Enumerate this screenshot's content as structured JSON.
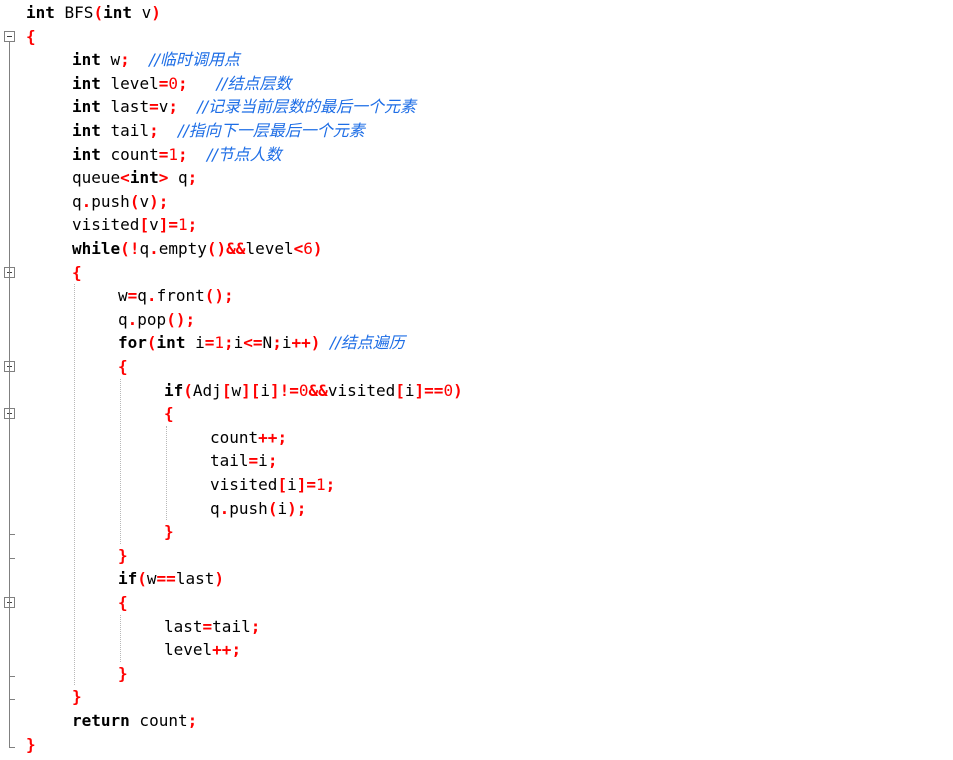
{
  "theme": {
    "keyword": "#000000",
    "number": "#ff0000",
    "operator": "#ff0000",
    "comment": "#1e6ee6",
    "text": "#000000"
  },
  "code_lines": [
    {
      "indent": 0,
      "fold": "none",
      "tokens": [
        [
          "kw",
          "int"
        ],
        [
          "id",
          " BFS"
        ],
        [
          "op",
          "("
        ],
        [
          "kw",
          "int"
        ],
        [
          "id",
          " v"
        ],
        [
          "op",
          ")"
        ]
      ]
    },
    {
      "indent": 0,
      "fold": "start",
      "tokens": [
        [
          "op",
          "{"
        ]
      ]
    },
    {
      "indent": 1,
      "fold": "body",
      "tokens": [
        [
          "kw",
          "int"
        ],
        [
          "id",
          " w"
        ],
        [
          "op",
          ";"
        ],
        [
          "id",
          "  "
        ],
        [
          "com",
          "//临时调用点"
        ]
      ]
    },
    {
      "indent": 1,
      "fold": "body",
      "tokens": [
        [
          "kw",
          "int"
        ],
        [
          "id",
          " level"
        ],
        [
          "op",
          "="
        ],
        [
          "num",
          "0"
        ],
        [
          "op",
          ";"
        ],
        [
          "id",
          "   "
        ],
        [
          "com",
          "//结点层数"
        ]
      ]
    },
    {
      "indent": 1,
      "fold": "body",
      "tokens": [
        [
          "kw",
          "int"
        ],
        [
          "id",
          " last"
        ],
        [
          "op",
          "="
        ],
        [
          "id",
          "v"
        ],
        [
          "op",
          ";"
        ],
        [
          "id",
          "  "
        ],
        [
          "com",
          "//记录当前层数的最后一个元素"
        ]
      ]
    },
    {
      "indent": 1,
      "fold": "body",
      "tokens": [
        [
          "kw",
          "int"
        ],
        [
          "id",
          " tail"
        ],
        [
          "op",
          ";"
        ],
        [
          "id",
          "  "
        ],
        [
          "com",
          "//指向下一层最后一个元素"
        ]
      ]
    },
    {
      "indent": 1,
      "fold": "body",
      "tokens": [
        [
          "kw",
          "int"
        ],
        [
          "id",
          " count"
        ],
        [
          "op",
          "="
        ],
        [
          "num",
          "1"
        ],
        [
          "op",
          ";"
        ],
        [
          "id",
          "  "
        ],
        [
          "com",
          "//节点人数"
        ]
      ]
    },
    {
      "indent": 1,
      "fold": "body",
      "tokens": [
        [
          "id",
          "queue"
        ],
        [
          "op",
          "<"
        ],
        [
          "kw",
          "int"
        ],
        [
          "op",
          ">"
        ],
        [
          "id",
          " q"
        ],
        [
          "op",
          ";"
        ]
      ]
    },
    {
      "indent": 1,
      "fold": "body",
      "tokens": [
        [
          "id",
          "q"
        ],
        [
          "op",
          "."
        ],
        [
          "id",
          "push"
        ],
        [
          "op",
          "("
        ],
        [
          "id",
          "v"
        ],
        [
          "op",
          ")"
        ],
        [
          "op",
          ";"
        ]
      ]
    },
    {
      "indent": 1,
      "fold": "body",
      "tokens": [
        [
          "id",
          "visited"
        ],
        [
          "op",
          "["
        ],
        [
          "id",
          "v"
        ],
        [
          "op",
          "]"
        ],
        [
          "op",
          "="
        ],
        [
          "num",
          "1"
        ],
        [
          "op",
          ";"
        ]
      ]
    },
    {
      "indent": 1,
      "fold": "body",
      "tokens": [
        [
          "kw",
          "while"
        ],
        [
          "op",
          "("
        ],
        [
          "op",
          "!"
        ],
        [
          "id",
          "q"
        ],
        [
          "op",
          "."
        ],
        [
          "id",
          "empty"
        ],
        [
          "op",
          "()"
        ],
        [
          "op",
          "&&"
        ],
        [
          "id",
          "level"
        ],
        [
          "op",
          "<"
        ],
        [
          "num",
          "6"
        ],
        [
          "op",
          ")"
        ]
      ]
    },
    {
      "indent": 1,
      "fold": "start",
      "tokens": [
        [
          "op",
          "{"
        ]
      ]
    },
    {
      "indent": 2,
      "fold": "body",
      "tokens": [
        [
          "id",
          "w"
        ],
        [
          "op",
          "="
        ],
        [
          "id",
          "q"
        ],
        [
          "op",
          "."
        ],
        [
          "id",
          "front"
        ],
        [
          "op",
          "()"
        ],
        [
          "op",
          ";"
        ]
      ]
    },
    {
      "indent": 2,
      "fold": "body",
      "tokens": [
        [
          "id",
          "q"
        ],
        [
          "op",
          "."
        ],
        [
          "id",
          "pop"
        ],
        [
          "op",
          "()"
        ],
        [
          "op",
          ";"
        ]
      ]
    },
    {
      "indent": 2,
      "fold": "body",
      "tokens": [
        [
          "kw",
          "for"
        ],
        [
          "op",
          "("
        ],
        [
          "kw",
          "int"
        ],
        [
          "id",
          " i"
        ],
        [
          "op",
          "="
        ],
        [
          "num",
          "1"
        ],
        [
          "op",
          ";"
        ],
        [
          "id",
          "i"
        ],
        [
          "op",
          "<="
        ],
        [
          "id",
          "N"
        ],
        [
          "op",
          ";"
        ],
        [
          "id",
          "i"
        ],
        [
          "op",
          "++"
        ],
        [
          "op",
          ")"
        ],
        [
          "id",
          " "
        ],
        [
          "com",
          "//结点遍历"
        ]
      ]
    },
    {
      "indent": 2,
      "fold": "start",
      "tokens": [
        [
          "op",
          "{"
        ]
      ]
    },
    {
      "indent": 3,
      "fold": "body",
      "tokens": [
        [
          "kw",
          "if"
        ],
        [
          "op",
          "("
        ],
        [
          "id",
          "Adj"
        ],
        [
          "op",
          "["
        ],
        [
          "id",
          "w"
        ],
        [
          "op",
          "]["
        ],
        [
          "id",
          "i"
        ],
        [
          "op",
          "]"
        ],
        [
          "op",
          "!="
        ],
        [
          "num",
          "0"
        ],
        [
          "op",
          "&&"
        ],
        [
          "id",
          "visited"
        ],
        [
          "op",
          "["
        ],
        [
          "id",
          "i"
        ],
        [
          "op",
          "]"
        ],
        [
          "op",
          "=="
        ],
        [
          "num",
          "0"
        ],
        [
          "op",
          ")"
        ]
      ]
    },
    {
      "indent": 3,
      "fold": "start",
      "tokens": [
        [
          "op",
          "{"
        ]
      ]
    },
    {
      "indent": 4,
      "fold": "body",
      "tokens": [
        [
          "id",
          "count"
        ],
        [
          "op",
          "++"
        ],
        [
          "op",
          ";"
        ]
      ]
    },
    {
      "indent": 4,
      "fold": "body",
      "tokens": [
        [
          "id",
          "tail"
        ],
        [
          "op",
          "="
        ],
        [
          "id",
          "i"
        ],
        [
          "op",
          ";"
        ]
      ]
    },
    {
      "indent": 4,
      "fold": "body",
      "tokens": [
        [
          "id",
          "visited"
        ],
        [
          "op",
          "["
        ],
        [
          "id",
          "i"
        ],
        [
          "op",
          "]"
        ],
        [
          "op",
          "="
        ],
        [
          "num",
          "1"
        ],
        [
          "op",
          ";"
        ]
      ]
    },
    {
      "indent": 4,
      "fold": "body",
      "tokens": [
        [
          "id",
          "q"
        ],
        [
          "op",
          "."
        ],
        [
          "id",
          "push"
        ],
        [
          "op",
          "("
        ],
        [
          "id",
          "i"
        ],
        [
          "op",
          ")"
        ],
        [
          "op",
          ";"
        ]
      ]
    },
    {
      "indent": 3,
      "fold": "end",
      "tokens": [
        [
          "op",
          "}"
        ]
      ]
    },
    {
      "indent": 2,
      "fold": "end",
      "tokens": [
        [
          "op",
          "}"
        ]
      ]
    },
    {
      "indent": 2,
      "fold": "body",
      "tokens": [
        [
          "kw",
          "if"
        ],
        [
          "op",
          "("
        ],
        [
          "id",
          "w"
        ],
        [
          "op",
          "=="
        ],
        [
          "id",
          "last"
        ],
        [
          "op",
          ")"
        ]
      ]
    },
    {
      "indent": 2,
      "fold": "start",
      "tokens": [
        [
          "op",
          "{"
        ]
      ]
    },
    {
      "indent": 3,
      "fold": "body",
      "tokens": [
        [
          "id",
          "last"
        ],
        [
          "op",
          "="
        ],
        [
          "id",
          "tail"
        ],
        [
          "op",
          ";"
        ]
      ]
    },
    {
      "indent": 3,
      "fold": "body",
      "tokens": [
        [
          "id",
          "level"
        ],
        [
          "op",
          "++"
        ],
        [
          "op",
          ";"
        ]
      ]
    },
    {
      "indent": 2,
      "fold": "end",
      "tokens": [
        [
          "op",
          "}"
        ]
      ]
    },
    {
      "indent": 1,
      "fold": "end",
      "tokens": [
        [
          "op",
          "}"
        ]
      ]
    },
    {
      "indent": 1,
      "fold": "body",
      "tokens": [
        [
          "kw",
          "return"
        ],
        [
          "id",
          " count"
        ],
        [
          "op",
          ";"
        ]
      ]
    },
    {
      "indent": 0,
      "fold": "end",
      "tokens": [
        [
          "op",
          "}"
        ]
      ]
    }
  ]
}
